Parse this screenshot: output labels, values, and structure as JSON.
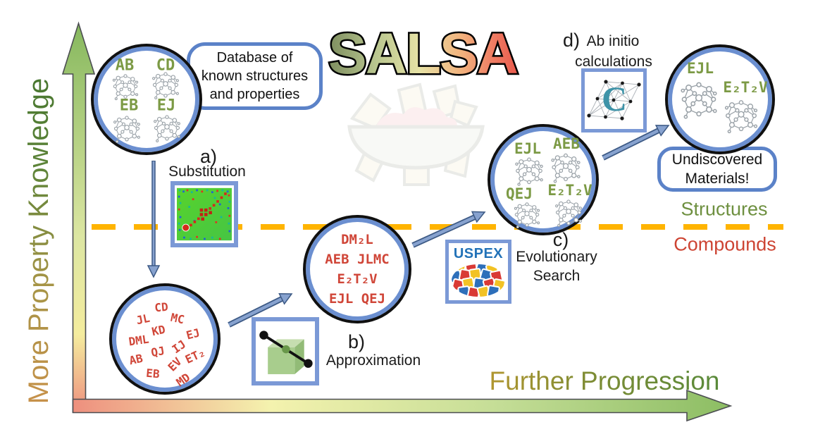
{
  "title": "SALSA",
  "axes": {
    "y_label": "More Property Knowledge",
    "x_label": "Further Progression"
  },
  "divider": {
    "above_label": "Structures",
    "below_label": "Compounds"
  },
  "database_box": {
    "line1": "Database of",
    "line2": "known structures",
    "line3": "and properties"
  },
  "undiscovered_box": {
    "line1": "Undiscovered",
    "line2": "Materials!"
  },
  "steps": {
    "a": {
      "tag": "a)",
      "label": "Substitution"
    },
    "b": {
      "tag": "b)",
      "label": "Approximation"
    },
    "c": {
      "tag": "c)",
      "label_line1": "Evolutionary",
      "label_line2": "Search"
    },
    "d": {
      "tag": "d)",
      "label_line1": "Ab initio",
      "label_line2": "calculations"
    }
  },
  "logos": {
    "uspex_text": "USPEX",
    "castep_letter": "C"
  },
  "circles": {
    "known_structures": {
      "labels": [
        "AB",
        "CD",
        "EB",
        "EJ"
      ]
    },
    "known_compounds": {
      "labels": [
        "CD",
        "JL",
        "MC",
        "KD",
        "EJ",
        "DML",
        "IJ",
        "QJ",
        "AB",
        "EV",
        "ET₂",
        "EB",
        "MD"
      ]
    },
    "approximated_compounds": {
      "rows": [
        "DM₂L",
        "AEB JLMC",
        "E₂T₂V",
        "EJL QEJ"
      ]
    },
    "evolved_structures": {
      "labels": [
        "EJL",
        "AEB",
        "QEJ",
        "E₂T₂V"
      ]
    },
    "undiscovered_structures": {
      "labels": [
        "EJL",
        "E₂T₂V"
      ]
    }
  },
  "colors": {
    "structure_green": "#7c9a45",
    "compound_red": "#d04638",
    "divider_orange": "#ffb400",
    "circle_ring_blue": "#6b8fd0",
    "arrow_blue": "#7e9ccb",
    "uspex_blue": "#2272b8",
    "castep_teal": "#3e93a8"
  }
}
